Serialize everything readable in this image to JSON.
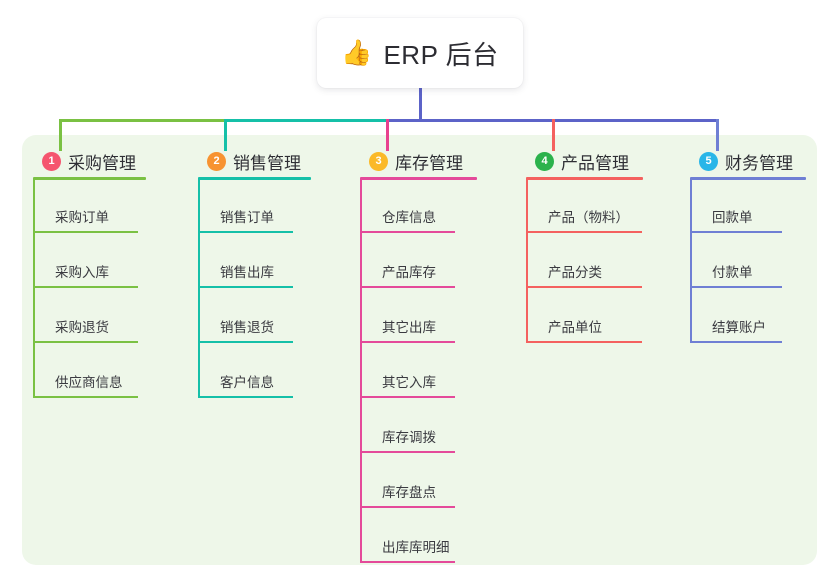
{
  "page": {
    "background_color": "#ffffff",
    "panel_color": "#eef7e9"
  },
  "root": {
    "icon": "thumbs-up-icon",
    "emoji": "👍",
    "title": "ERP 后台",
    "stem_color": "#5c63c8"
  },
  "bus": {
    "segments": [
      {
        "color": "#7ac143"
      },
      {
        "color": "#15c0a8"
      },
      {
        "color": "#5c63c8"
      }
    ]
  },
  "columns": [
    {
      "number": "1",
      "title": "采购管理",
      "badge_color": "#f5556e",
      "line_color": "#7ac143",
      "drop_color": "#7ac143",
      "items": [
        {
          "label": "采购订单"
        },
        {
          "label": "采购入库"
        },
        {
          "label": "采购退货"
        },
        {
          "label": "供应商信息"
        }
      ]
    },
    {
      "number": "2",
      "title": "销售管理",
      "badge_color": "#f79331",
      "line_color": "#15c0a8",
      "drop_color": "#15c0a8",
      "items": [
        {
          "label": "销售订单"
        },
        {
          "label": "销售出库"
        },
        {
          "label": "销售退货"
        },
        {
          "label": "客户信息"
        }
      ]
    },
    {
      "number": "3",
      "title": "库存管理",
      "badge_color": "#fbb927",
      "line_color": "#e44a9a",
      "drop_color": "#e8418f",
      "items": [
        {
          "label": "仓库信息"
        },
        {
          "label": "产品库存"
        },
        {
          "label": "其它出库"
        },
        {
          "label": "其它入库"
        },
        {
          "label": "库存调拨"
        },
        {
          "label": "库存盘点"
        },
        {
          "label": "出库库明细"
        }
      ]
    },
    {
      "number": "4",
      "title": "产品管理",
      "badge_color": "#2bb24c",
      "line_color": "#f4615f",
      "drop_color": "#f4615f",
      "items": [
        {
          "label": "产品（物料）"
        },
        {
          "label": "产品分类"
        },
        {
          "label": "产品单位"
        }
      ]
    },
    {
      "number": "5",
      "title": "财务管理",
      "badge_color": "#29b6e8",
      "line_color": "#6f7fd4",
      "drop_color": "#6f7fd4",
      "items": [
        {
          "label": "回款单"
        },
        {
          "label": "付款单"
        },
        {
          "label": "结算账户"
        }
      ]
    }
  ]
}
